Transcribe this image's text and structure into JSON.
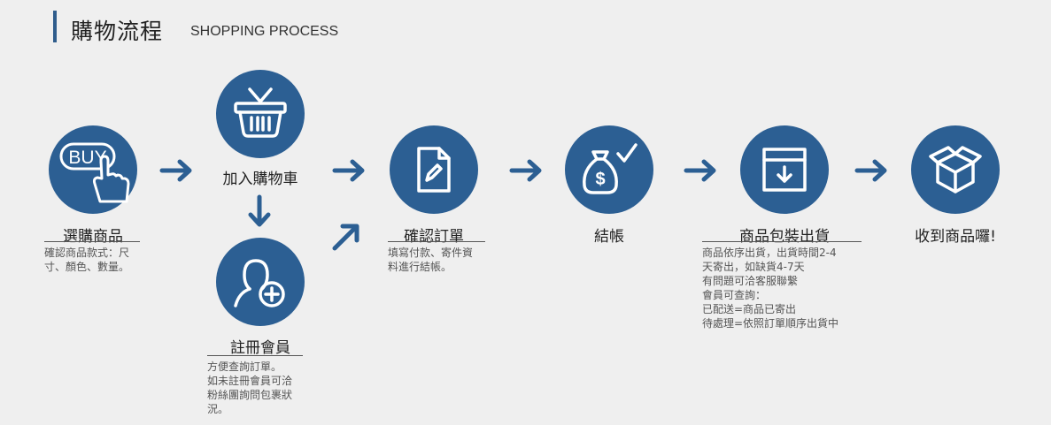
{
  "header": {
    "title_zh": "購物流程",
    "title_en": "SHOPPING PROCESS"
  },
  "steps": {
    "buy": {
      "icon_text": "BUY",
      "label": "選購商品",
      "desc": "確認商品款式：尺寸、顏色、數量。"
    },
    "cart": {
      "label": "加入購物車"
    },
    "register": {
      "label": "註冊會員",
      "desc_lines": [
        "方便查詢訂單。",
        "如未註冊會員可洽",
        "粉絲團詢問包裹狀",
        "況。"
      ]
    },
    "confirm": {
      "label": "確認訂單",
      "desc_lines": [
        "填寫付款、寄件資",
        "料進行結帳。"
      ]
    },
    "checkout": {
      "label": "結帳"
    },
    "ship": {
      "label": "商品包裝出貨",
      "desc_lines": [
        "商品依序出貨，出貨時間2-4",
        "天寄出，如缺貨4-7天",
        "有問題可洽客服聯繫",
        "會員可查詢：",
        "已配送=商品已寄出",
        "待處理=依照訂單順序出貨中"
      ]
    },
    "receive": {
      "label": "收到商品囉!"
    }
  },
  "colors": {
    "circle": "#2c5f93",
    "arrow": "#2c5f93",
    "accent_bar": "#2f5d8c"
  },
  "icons": [
    "buy-hand-icon",
    "basket-icon",
    "user-add-icon",
    "document-edit-icon",
    "money-bag-check-icon",
    "box-download-icon",
    "open-box-icon",
    "arrow-right-icon",
    "arrow-down-icon",
    "arrow-up-right-icon"
  ]
}
